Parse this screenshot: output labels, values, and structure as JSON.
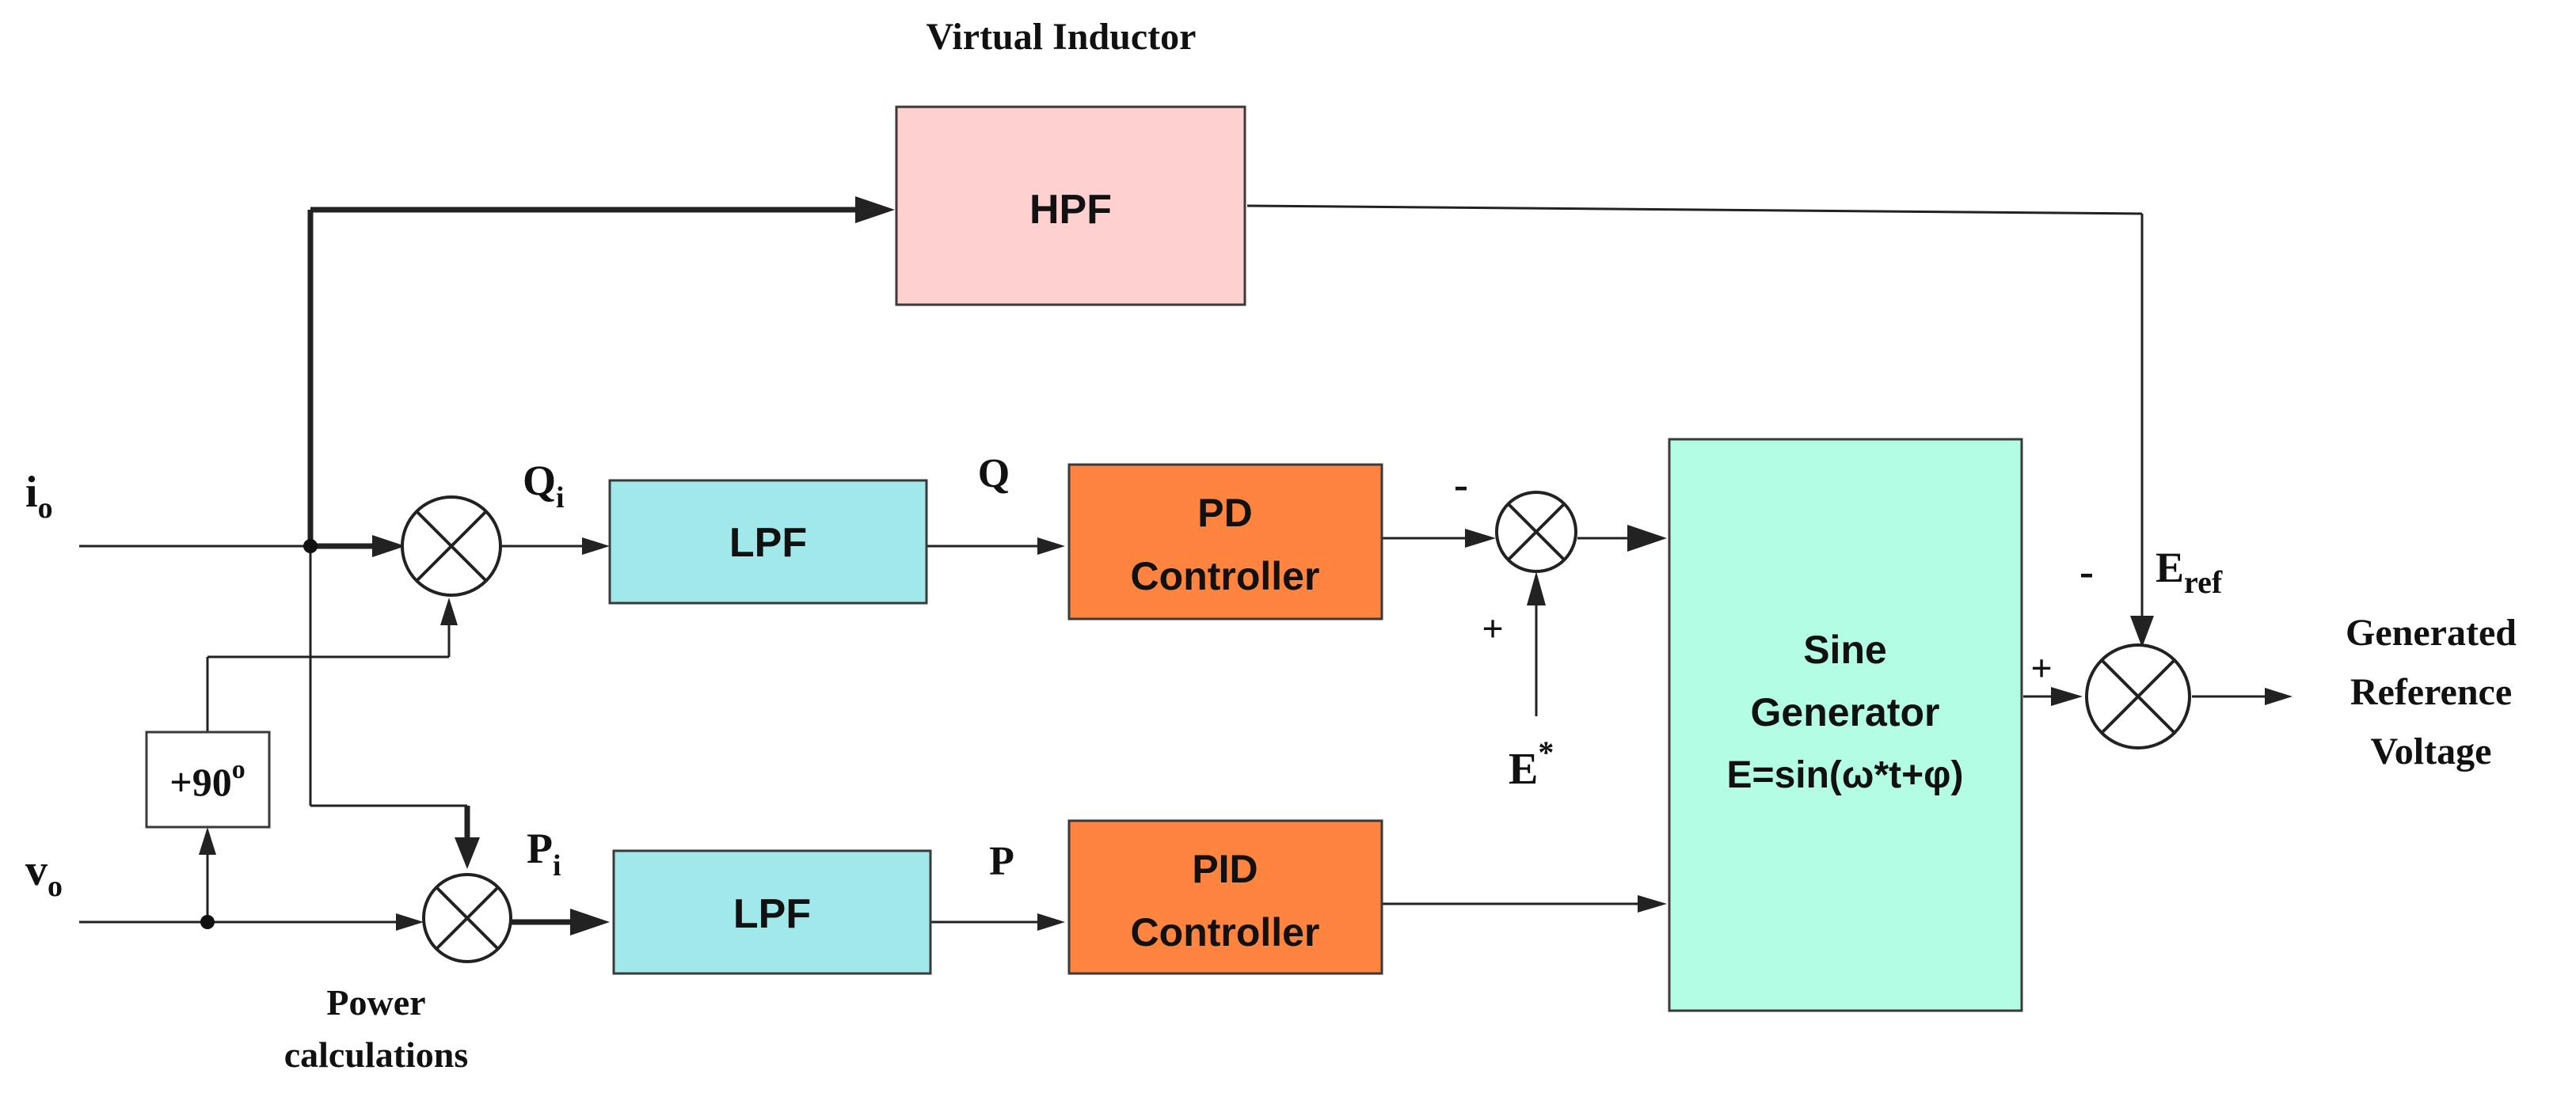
{
  "title": "Virtual Inductor",
  "inputs": {
    "current": "i",
    "current_sub": "o",
    "voltage": "v",
    "voltage_sub": "o"
  },
  "signals": {
    "q_instant": "Q",
    "q_instant_sub": "i",
    "p_instant": "P",
    "p_instant_sub": "i",
    "q_filtered": "Q",
    "p_filtered": "P",
    "e_star": "E",
    "e_star_sup": "*",
    "e_ref": "E",
    "e_ref_sub": "ref"
  },
  "signs": {
    "pd_sum_minus": "-",
    "pd_sum_plus": "+",
    "out_sum_minus": "-",
    "out_sum_plus": "+"
  },
  "blocks": {
    "hpf": "HPF",
    "lpf_q": "LPF",
    "lpf_p": "LPF",
    "pd": [
      "PD",
      "Controller"
    ],
    "pid": [
      "PID",
      "Controller"
    ],
    "phase_shift_main": "+90",
    "phase_shift_sup": "o",
    "sine": [
      "Sine",
      "Generator",
      "E=sin(ω*t+φ)"
    ]
  },
  "power_calc_label": [
    "Power",
    "calculations"
  ],
  "output_label": [
    "Generated",
    "Reference",
    "Voltage"
  ],
  "colors": {
    "hpf": "#ffd0d0",
    "lpf": "#a1e8ea",
    "controller": "#ff8440",
    "sine": "#b3fde4",
    "phase": "#ffffff"
  }
}
